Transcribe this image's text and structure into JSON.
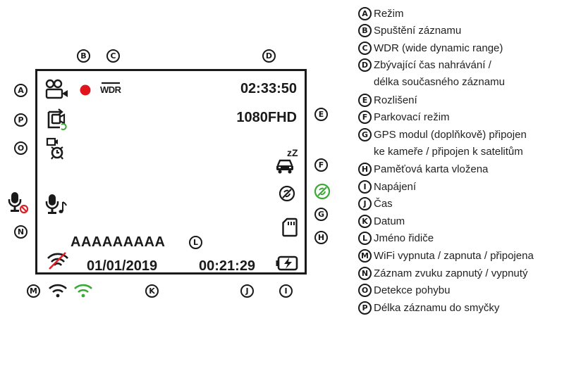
{
  "screen": {
    "time_remaining": "02:33:50",
    "resolution": "1080FHD",
    "driver_name": "AAAAAAAAA",
    "date": "01/01/2019",
    "clock": "00:21:29",
    "icons": [
      "video-camera-icon",
      "record-dot-icon",
      "wdr-icon",
      "loop-record-icon",
      "motion-detection-icon",
      "microphone-music-icon",
      "parking-car-icon",
      "gps-satellite-icon",
      "sd-card-icon",
      "battery-charging-icon",
      "wifi-off-icon"
    ]
  },
  "outside_icons": [
    "microphone-off-icon",
    "gps-connected-icon",
    "wifi-icon",
    "wifi-connected-icon"
  ],
  "wdr_label": "WDR",
  "sleep_label": "zZ",
  "colors": {
    "record_red": "#e0151b",
    "green": "#3aa935",
    "red": "#d8232a",
    "ink": "#1a1a1a"
  },
  "callouts": {
    "A": "A",
    "B": "B",
    "C": "C",
    "D": "D",
    "E": "E",
    "F": "F",
    "G": "G",
    "H": "H",
    "I": "I",
    "J": "J",
    "K": "K",
    "L": "L",
    "M": "M",
    "N": "N",
    "O": "O",
    "P": "P"
  },
  "legend": [
    {
      "letter": "A",
      "text": "Režim"
    },
    {
      "letter": "B",
      "text": "Spuštění záznamu"
    },
    {
      "letter": "C",
      "text": "WDR (wide dynamic range)"
    },
    {
      "letter": "D",
      "text": "Zbývající čas nahrávání /",
      "text2": "délka současného záznamu"
    },
    {
      "letter": "E",
      "text": "Rozlišení"
    },
    {
      "letter": "F",
      "text": "Parkovací režim"
    },
    {
      "letter": "G",
      "text": "GPS modul (doplňkově) připojen",
      "text2": "ke kameře / připojen k satelitům"
    },
    {
      "letter": "H",
      "text": "Paměťová karta vložena"
    },
    {
      "letter": "I",
      "text": "Napájení"
    },
    {
      "letter": "J",
      "text": "Čas"
    },
    {
      "letter": "K",
      "text": "Datum"
    },
    {
      "letter": "L",
      "text": "Jméno řidiče"
    },
    {
      "letter": "M",
      "text": "WiFi vypnuta / zapnuta / připojena"
    },
    {
      "letter": "N",
      "text": "Záznam zvuku zapnutý / vypnutý"
    },
    {
      "letter": "O",
      "text": "Detekce pohybu"
    },
    {
      "letter": "P",
      "text": "Délka záznamu do smyčky"
    }
  ]
}
